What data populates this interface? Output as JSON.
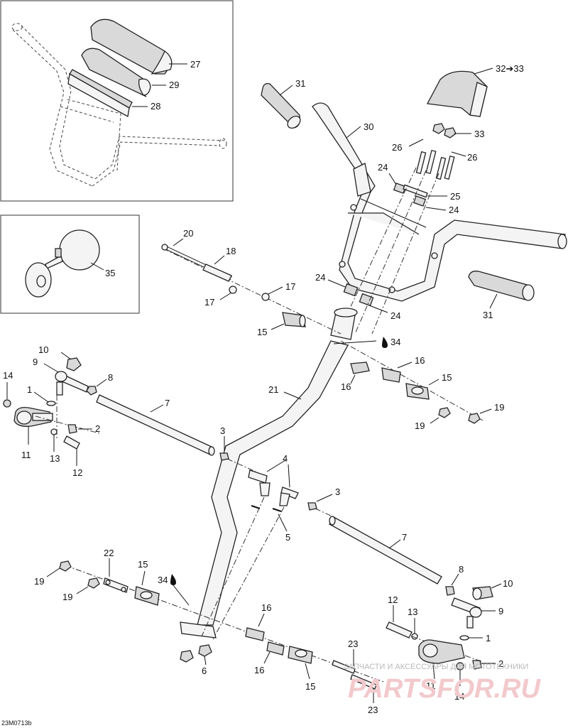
{
  "diagram": {
    "code": "23M0713b",
    "watermark_top": "ЗАПЧАСТИ И АКСЕССУАРЫ ДЛЯ МОТОТЕХНИКИ",
    "watermark_brand": "PARTSFOR.RU",
    "labels": {
      "p27": "27",
      "p29": "29",
      "p28": "28",
      "p35": "35",
      "p31a": "31",
      "p31b": "31",
      "p30": "30",
      "p3233": "32➔33",
      "p33": "33",
      "p26a": "26",
      "p26b": "26",
      "p24a": "24",
      "p25": "25",
      "p24b": "24",
      "p24c": "24",
      "p24d": "24",
      "p20": "20",
      "p18": "18",
      "p17a": "17",
      "p17b": "17",
      "p15a": "15",
      "p34a": "34",
      "p10a": "10",
      "p9a": "9",
      "p8a": "8",
      "p14a": "14",
      "p1a": "1",
      "p7a": "7",
      "p2a": "2",
      "p11a": "11",
      "p13a": "13",
      "p12a": "12",
      "p3a": "3",
      "p21": "21",
      "p16a": "16",
      "p16b": "16",
      "p15b": "15",
      "p19a": "19",
      "p19b": "19",
      "p4": "4",
      "p3b": "3",
      "p5": "5",
      "p7b": "7",
      "p22": "22",
      "p15c": "15",
      "p19c": "19",
      "p19d": "19",
      "p34b": "34",
      "p8b": "8",
      "p10b": "10",
      "p16c": "16",
      "p16d": "16",
      "p12b": "12",
      "p13b": "13",
      "p9b": "9",
      "p1b": "1",
      "p23a": "23",
      "p2b": "2",
      "p6": "6",
      "p15d": "15",
      "p11b": "11",
      "p14b": "14",
      "p23b": "23"
    }
  }
}
